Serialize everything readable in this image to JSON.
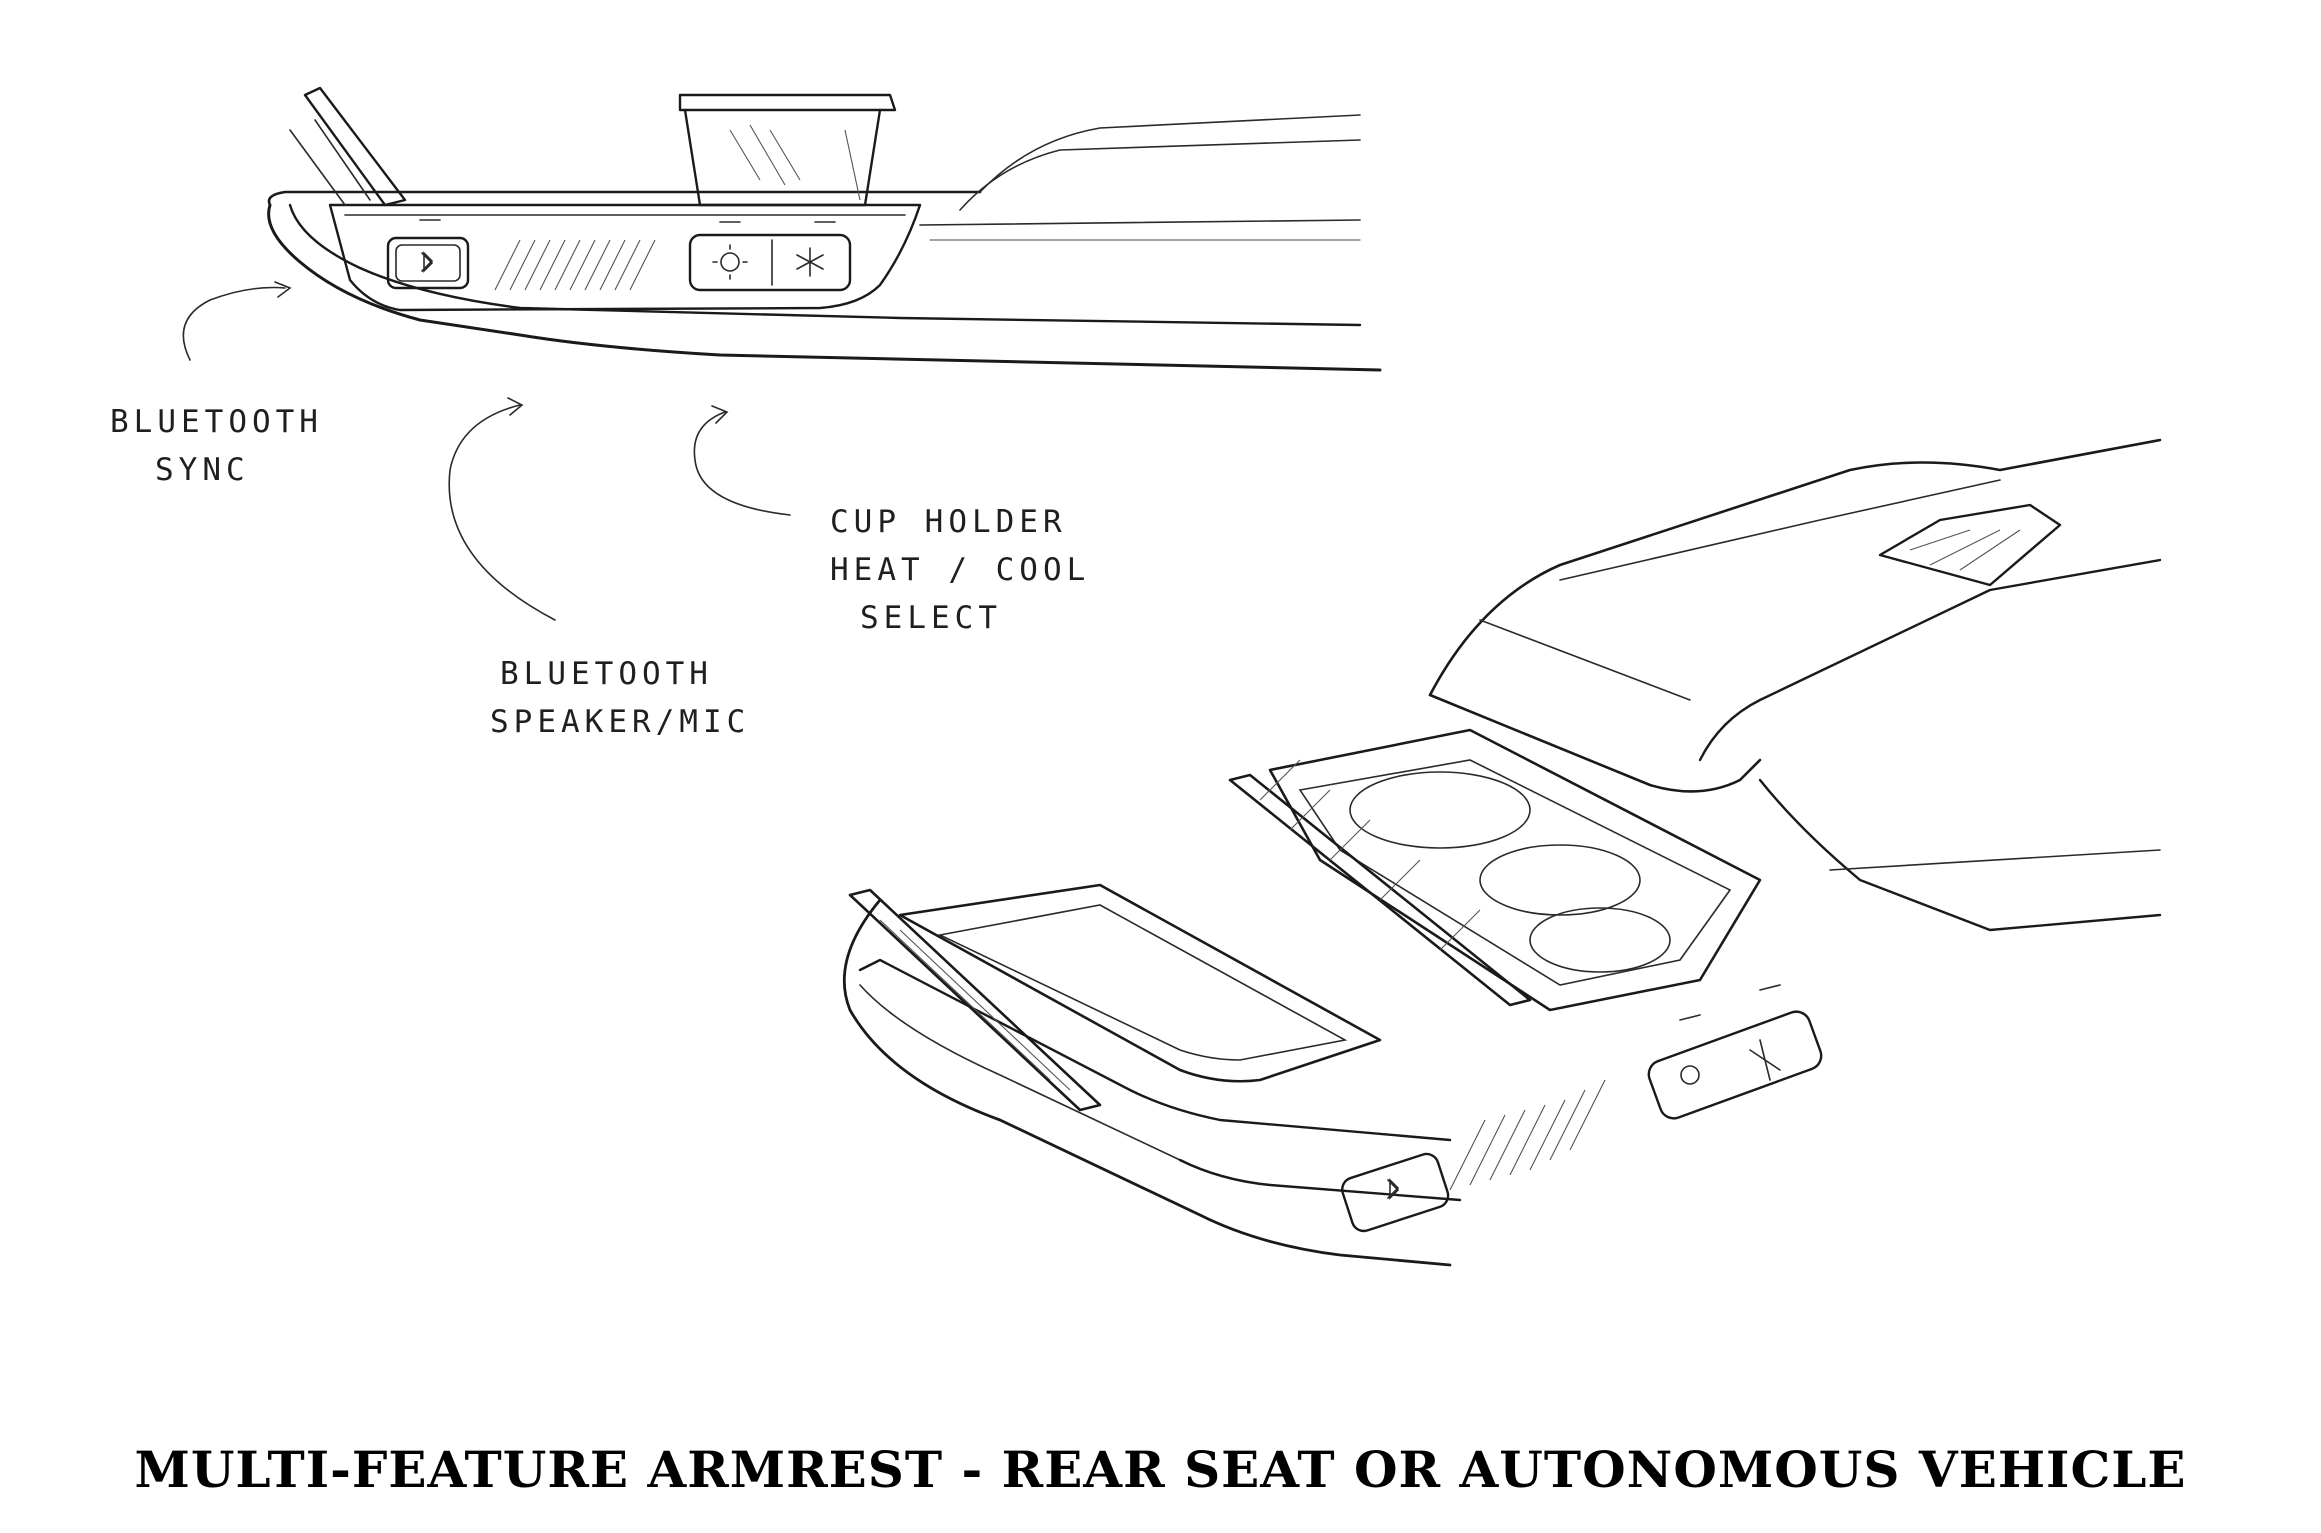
{
  "labels": {
    "bluetooth_sync": [
      "BLUETOOTH",
      "SYNC"
    ],
    "bluetooth_speaker": [
      "BLUETOOTH",
      "SPEAKER/MIC"
    ],
    "cup_holder": [
      "CUP HOLDER",
      "HEAT / COOL",
      "SELECT"
    ]
  },
  "caption": "MULTI-FEATURE ARMREST - REAR SEAT OR AUTONOMOUS VEHICLE",
  "colors": {
    "ink": "#1a1a1a",
    "paper": "#ffffff"
  },
  "icons": [
    "bluetooth-icon",
    "heat-sun-icon",
    "cool-snowflake-icon"
  ]
}
